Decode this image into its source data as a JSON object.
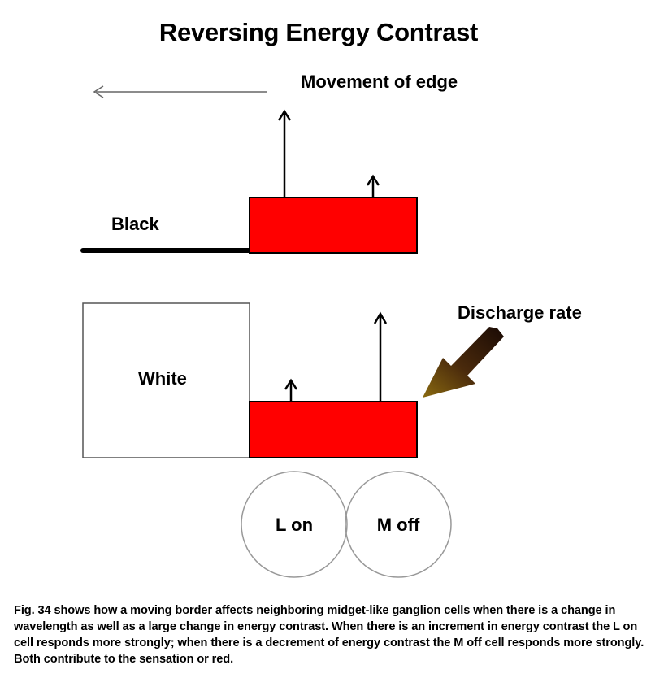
{
  "title": "Reversing Energy Contrast",
  "labels": {
    "movement": "Movement of edge",
    "black": "Black",
    "white": "White",
    "discharge": "Discharge rate",
    "l_on": "L on",
    "m_off": "M off"
  },
  "caption": "Fig. 34 shows how a moving border affects neighboring midget-like ganglion cells when there is a change in wavelength as well as a large change in energy contrast. When there is an increment in energy contrast the L on cell responds more strongly; when there is a decrement of energy contrast the M off cell responds more strongly. Both contribute to the sensation or red.",
  "colors": {
    "red_fill": "#ff0000",
    "discharge_arrow_dark": "#1a0a04",
    "discharge_arrow_light": "#8a6a10",
    "circle_stroke": "#999999",
    "leftward_arrow": "#666666"
  }
}
